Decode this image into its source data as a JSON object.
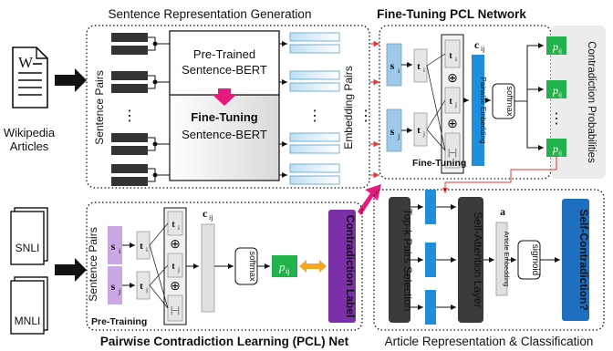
{
  "titles": {
    "srg": "Sentence Representation Generation",
    "ft_pcl": "Fine-Tuning PCL Network",
    "pcl_prefix": "Pairwise Contradiction Learning (",
    "pcl_bold": "PCL",
    "pcl_suffix": ") Net",
    "arc": "Article Representation & Classification"
  },
  "sources": {
    "wikipedia_line1": "Wikipedia",
    "wikipedia_line2": "Articles",
    "wiki_glyph": "W",
    "snli": "SNLI",
    "mnli": "MNLI"
  },
  "labels": {
    "sentence_pairs": "Sentence Pairs",
    "embedding_pairs": "Embedding Pairs",
    "pretrained_line1": "Pre-Trained",
    "pretrained_line2": "Sentence-BERT",
    "finetuning_line1": "Fine-Tuning",
    "finetuning_line2": "Sentence-BERT",
    "fine_tuning_tag": "Fine-Tuning",
    "pre_training_tag": "Pre-Training",
    "pairwise_embedding": "Pairwise Embedding",
    "softmax": "softmax",
    "contradiction_probabilities": "Contradiction Probabilities",
    "contradiction_label": "Contradiction Label",
    "topk": "Top-k Pairs Selection",
    "self_attention": "Self-Attention Layer",
    "article_embedding": "Article Embedding",
    "sigmoid": "sigmoid",
    "self_contradiction": "Self-Contradiction?",
    "c_ij": "c",
    "c_sub": "ij",
    "a_vec": "a",
    "p_ij": "p",
    "p_sub": "ij",
    "s_i": "s",
    "s_j": "s",
    "t_i": "t",
    "t_j": "t",
    "sub_i": "i",
    "sub_j": "j",
    "oplus": "⊕",
    "dots": "⋮"
  },
  "colors": {
    "accent_pink": "#e8197d",
    "green": "#22b24c",
    "blue": "#1e8fd8",
    "purple": "#7b2fa8",
    "light_purple": "#c9a8e3",
    "dark": "#333333",
    "orange": "#f5a623"
  }
}
